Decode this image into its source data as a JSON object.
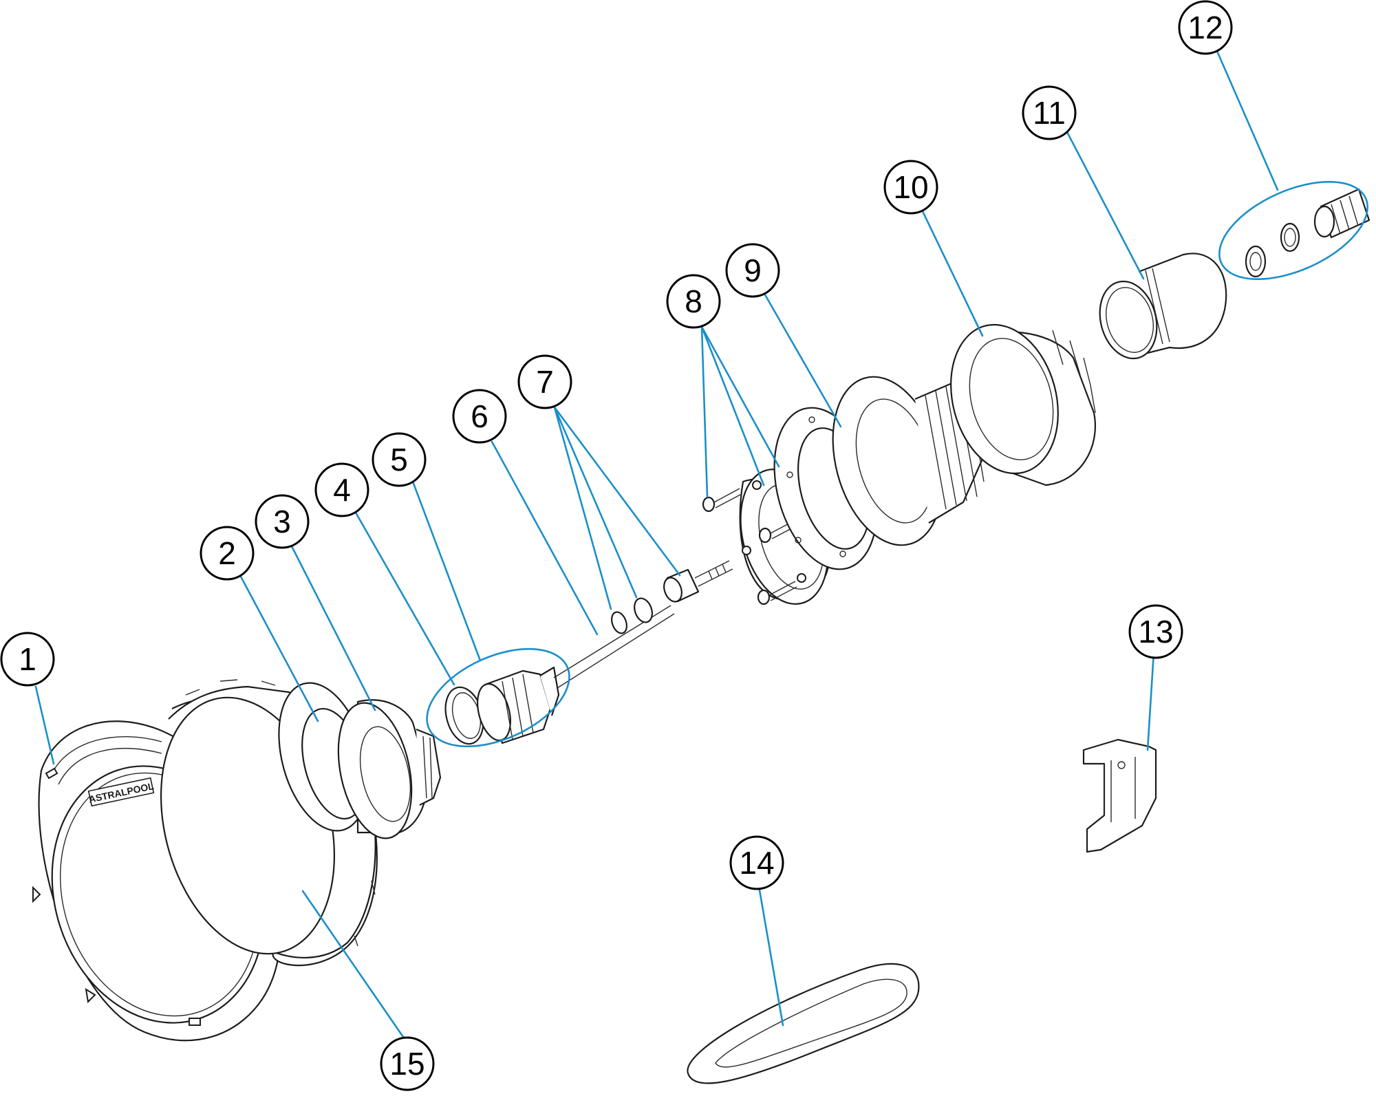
{
  "diagram": {
    "brand_logo": "ASTRALPOOL",
    "callouts": [
      {
        "id": "1",
        "label": "1"
      },
      {
        "id": "2",
        "label": "2"
      },
      {
        "id": "3",
        "label": "3"
      },
      {
        "id": "4",
        "label": "4"
      },
      {
        "id": "5",
        "label": "5"
      },
      {
        "id": "6",
        "label": "6"
      },
      {
        "id": "7",
        "label": "7"
      },
      {
        "id": "8",
        "label": "8"
      },
      {
        "id": "9",
        "label": "9"
      },
      {
        "id": "10",
        "label": "10"
      },
      {
        "id": "11",
        "label": "11"
      },
      {
        "id": "12",
        "label": "12"
      },
      {
        "id": "13",
        "label": "13"
      },
      {
        "id": "14",
        "label": "14"
      },
      {
        "id": "15",
        "label": "15"
      }
    ],
    "colors": {
      "leader_line": "#1a8fc9",
      "outline": "#1c1c1c",
      "background": "#ffffff"
    }
  }
}
